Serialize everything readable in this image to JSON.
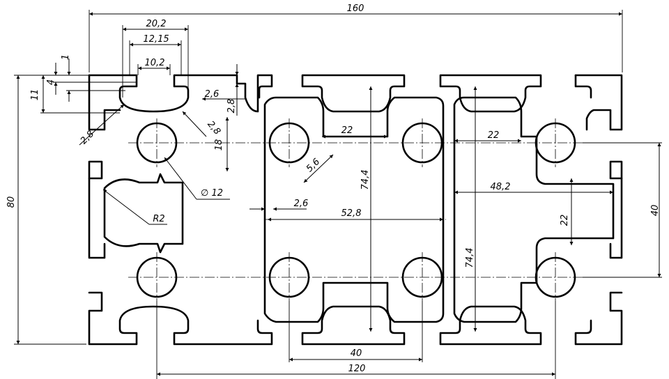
{
  "dimensions": {
    "overall_width": "160",
    "overall_height": "80",
    "pitch_40": "40",
    "pitch_120": "120",
    "right_height_40": "40",
    "slot_outer_width": "20,2",
    "slot_mid_width": "12,15",
    "slot_opening": "10,2",
    "lip_1": "1",
    "lip_4": "4",
    "lip_11": "11",
    "wall_2_8_left": "2,8",
    "wall_2_6_top": "2,6",
    "wall_2_8_diag": "2,8",
    "wall_2_8_vert": "2,8",
    "hole_depth_18": "18",
    "hole_diameter": "∅ 12",
    "radius": "R2",
    "chamber_22_a": "22",
    "chamber_22_b": "22",
    "chamber_22_c": "22",
    "gap_5_6": "5,6",
    "height_74_4_a": "74,4",
    "height_74_4_b": "74,4",
    "inner_48_2": "48,2",
    "wall_2_6_mid": "2,6",
    "inner_52_8": "52,8"
  }
}
